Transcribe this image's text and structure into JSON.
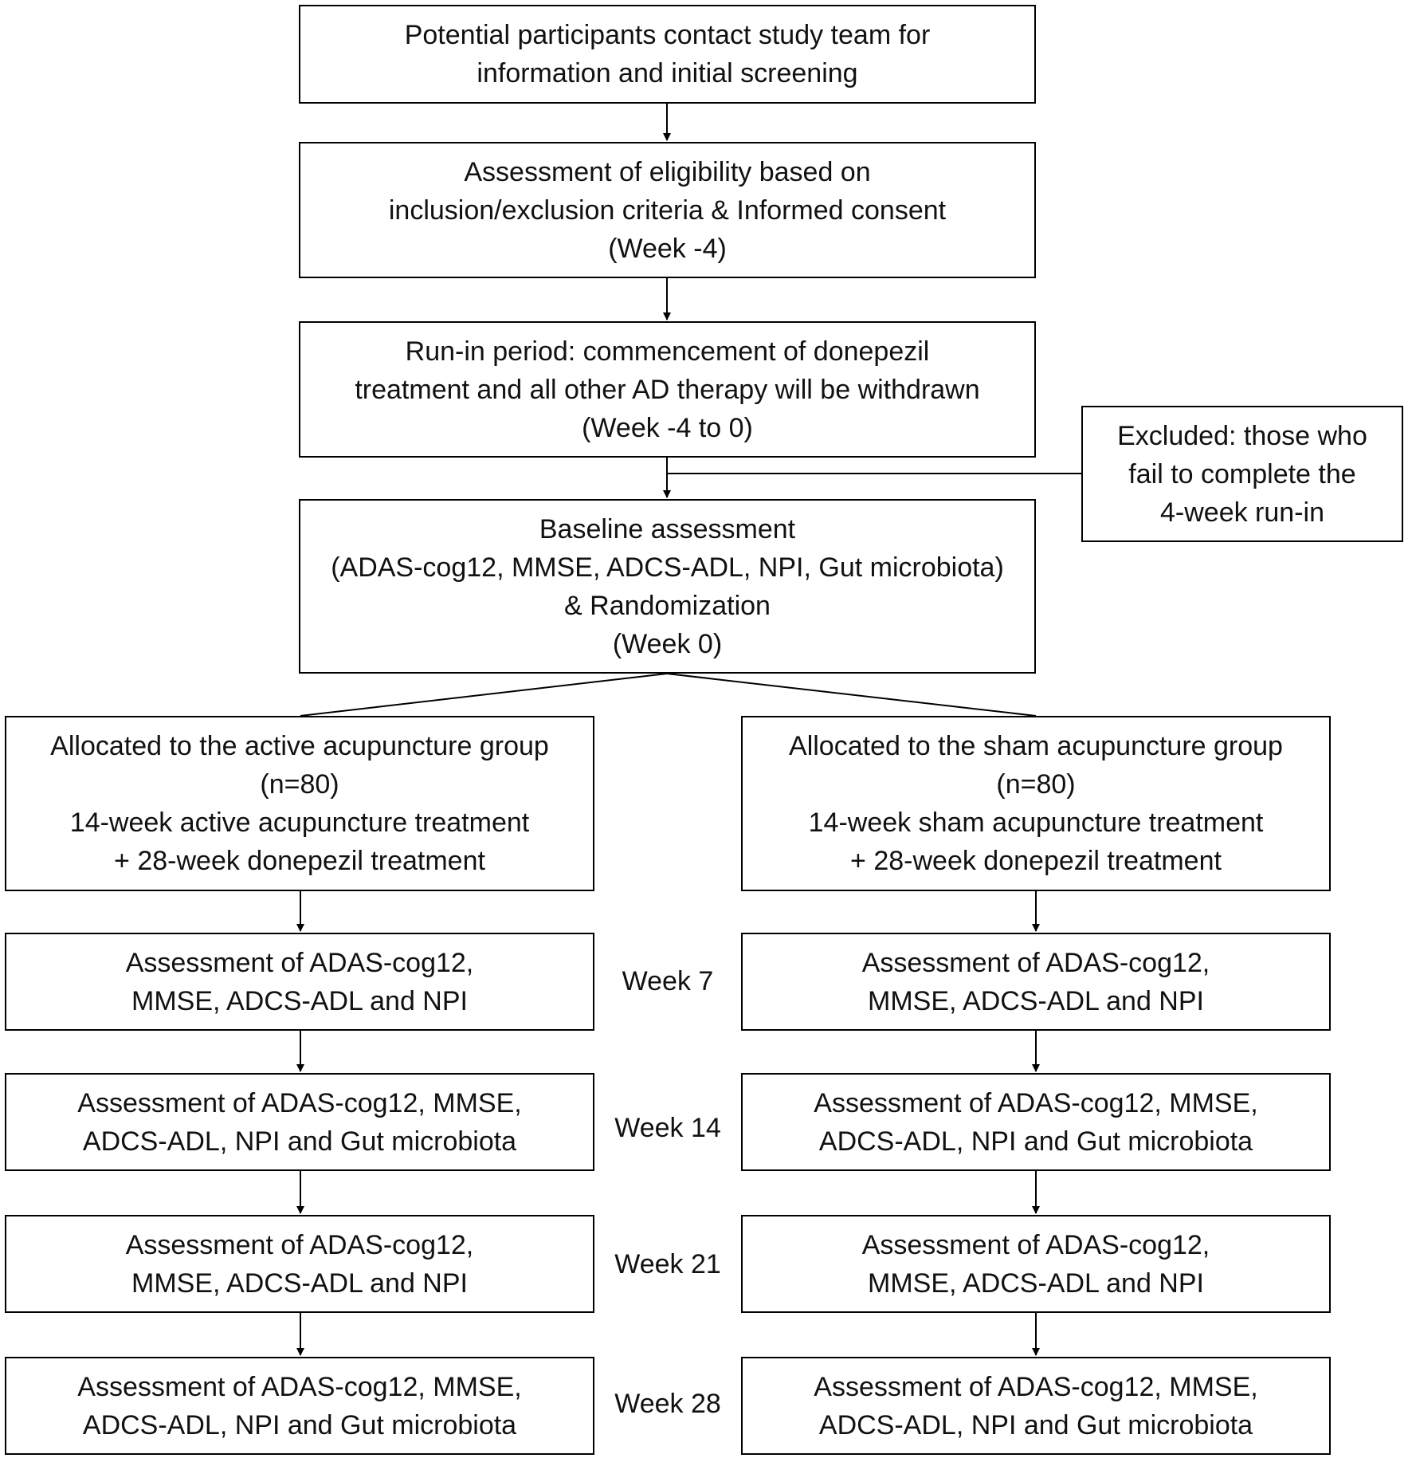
{
  "steps": {
    "contact": [
      "Potential participants contact study team for",
      "information and initial screening"
    ],
    "eligibility": [
      "Assessment of eligibility based on",
      "inclusion/exclusion criteria & Informed consent",
      "(Week -4)"
    ],
    "runin": [
      "Run-in period: commencement of donepezil",
      "treatment and all other AD therapy will be withdrawn",
      "(Week -4 to 0)"
    ],
    "excluded": [
      "Excluded: those who",
      "fail to complete the",
      "4-week run-in"
    ],
    "baseline": [
      "Baseline assessment",
      "(ADAS-cog12, MMSE, ADCS-ADL, NPI, Gut microbiota)",
      "& Randomization",
      "(Week 0)"
    ]
  },
  "groups": {
    "active": [
      "Allocated to the active acupuncture group",
      "(n=80)",
      "14-week active acupuncture treatment",
      "+ 28-week donepezil treatment"
    ],
    "sham": [
      "Allocated to the sham acupuncture group",
      "(n=80)",
      "14-week sham acupuncture treatment",
      "+ 28-week donepezil treatment"
    ]
  },
  "followups": [
    {
      "week": "Week 7",
      "left": [
        "Assessment of ADAS-cog12,",
        "MMSE, ADCS-ADL and NPI"
      ],
      "right": [
        "Assessment of ADAS-cog12,",
        "MMSE, ADCS-ADL and NPI"
      ]
    },
    {
      "week": "Week 14",
      "left": [
        "Assessment of ADAS-cog12, MMSE,",
        "ADCS-ADL, NPI and Gut microbiota"
      ],
      "right": [
        "Assessment of ADAS-cog12, MMSE,",
        "ADCS-ADL, NPI and Gut microbiota"
      ]
    },
    {
      "week": "Week 21",
      "left": [
        "Assessment of ADAS-cog12,",
        "MMSE, ADCS-ADL and NPI"
      ],
      "right": [
        "Assessment of ADAS-cog12,",
        "MMSE, ADCS-ADL and NPI"
      ]
    },
    {
      "week": "Week 28",
      "left": [
        "Assessment of ADAS-cog12, MMSE,",
        "ADCS-ADL, NPI and Gut microbiota"
      ],
      "right": [
        "Assessment of ADAS-cog12, MMSE,",
        "ADCS-ADL, NPI and Gut microbiota"
      ]
    }
  ]
}
